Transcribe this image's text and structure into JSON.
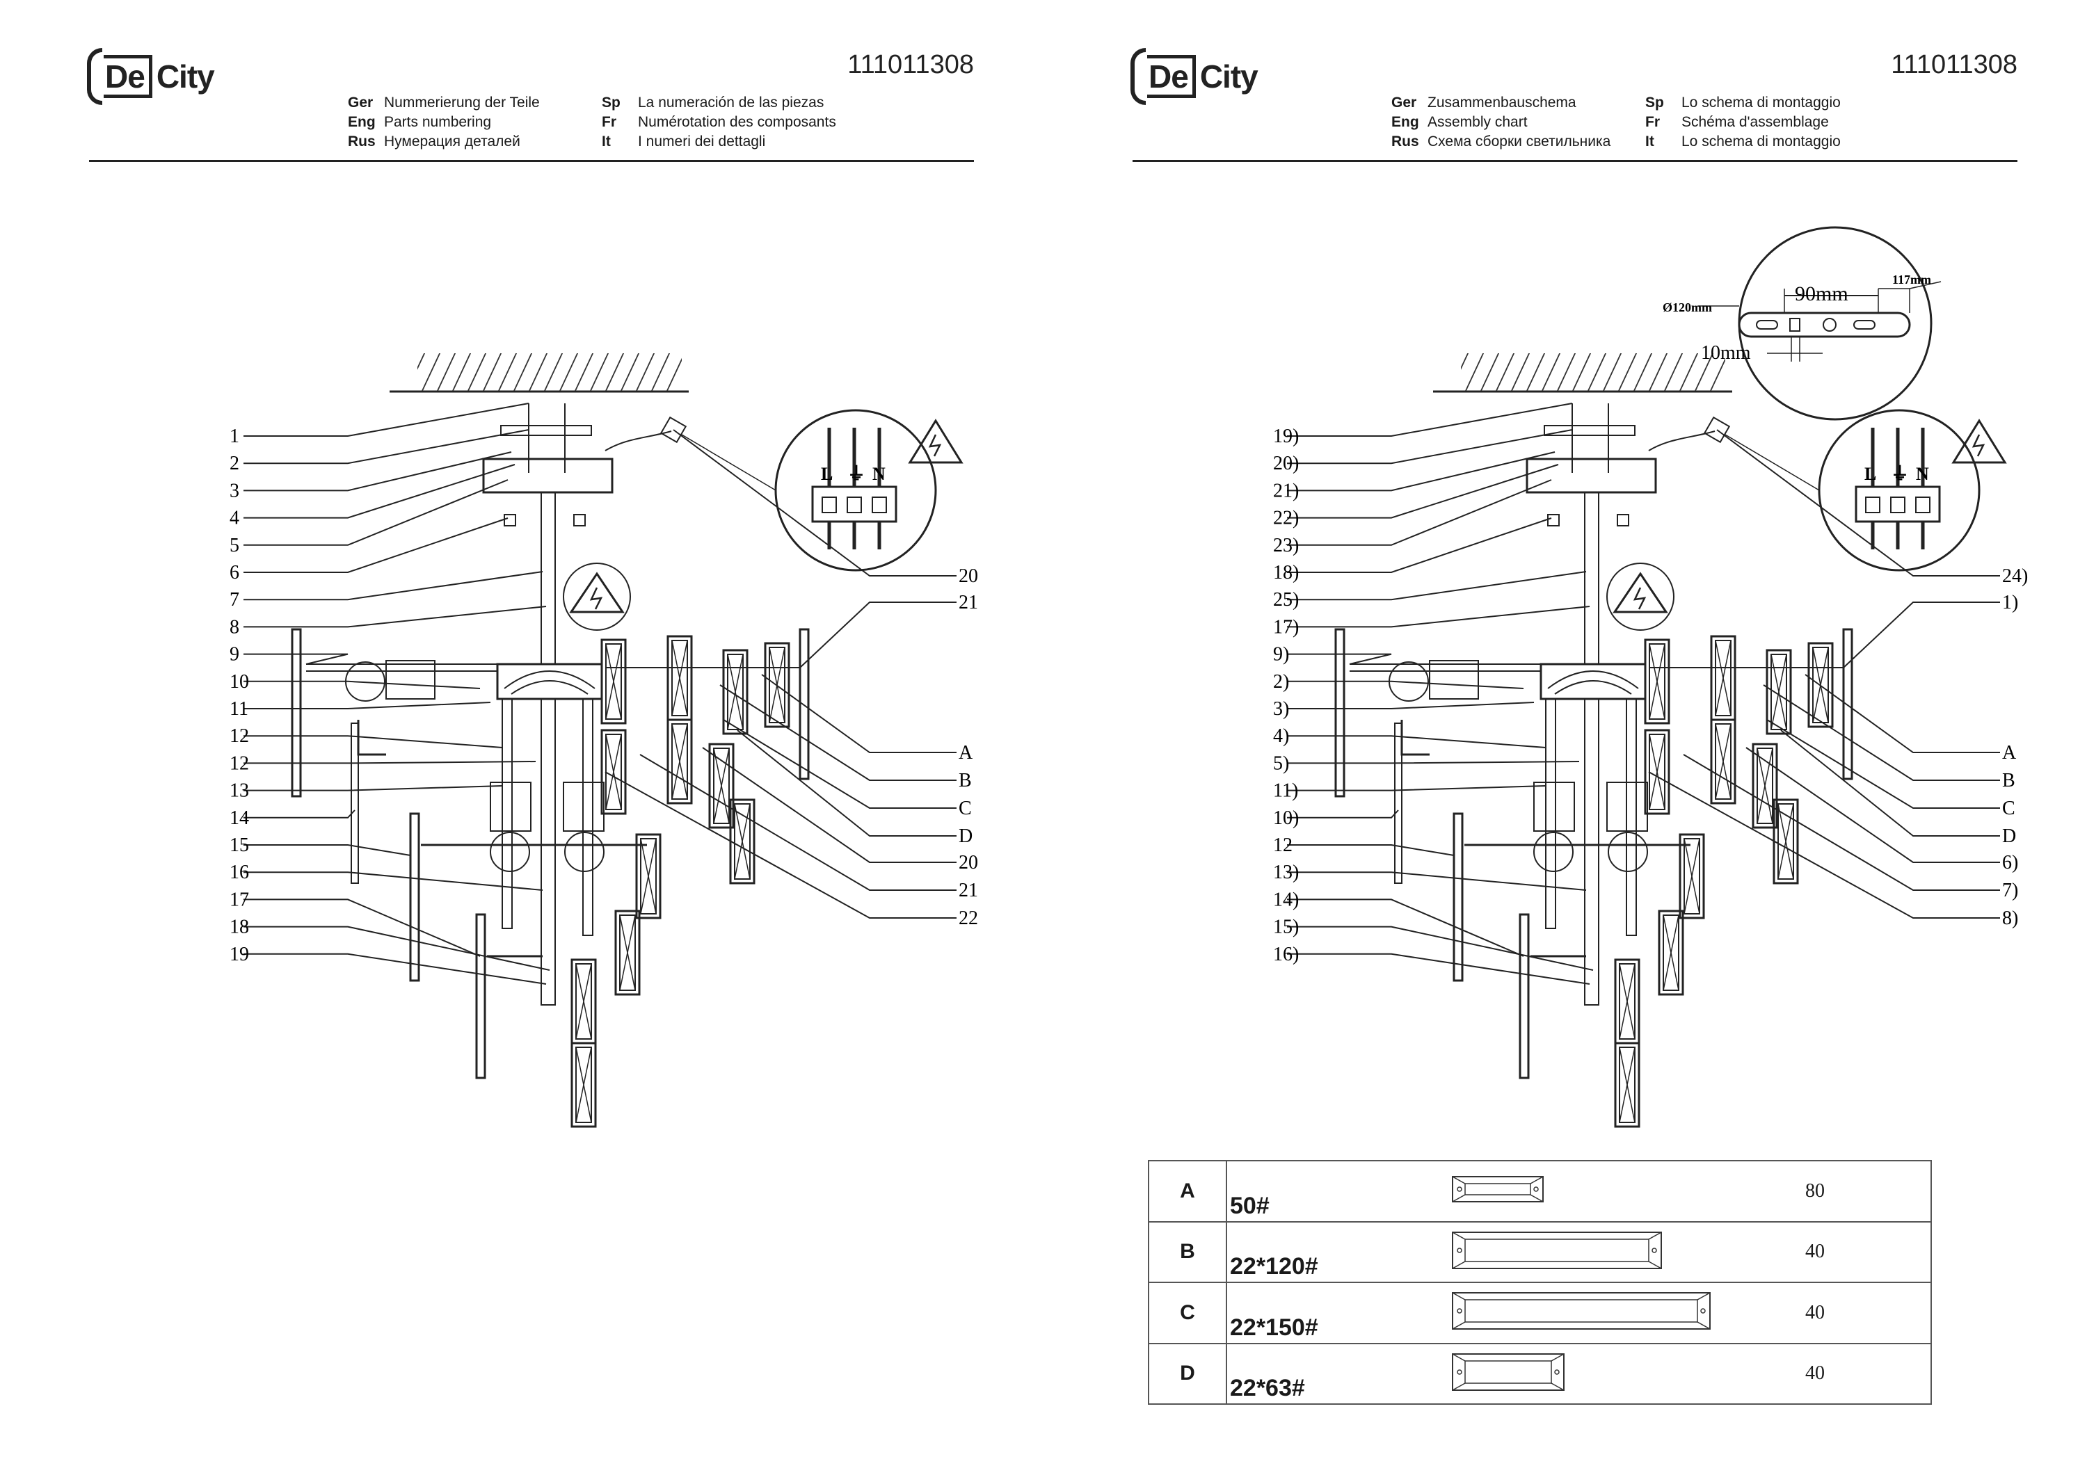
{
  "logo_text": {
    "part1": "De",
    "part2": "City"
  },
  "left_page": {
    "doc_number": "111011308",
    "header": {
      "col1": [
        {
          "code": "Ger",
          "text": "Nummerierung der Teile"
        },
        {
          "code": "Eng",
          "text": "Parts numbering"
        },
        {
          "code": "Rus",
          "text": "Нумерация деталей"
        }
      ],
      "col2": [
        {
          "code": "Sp",
          "text": "La numeración de las piezas"
        },
        {
          "code": "Fr",
          "text": "Numérotation des composants"
        },
        {
          "code": "It",
          "text": "I numeri dei dettagli"
        }
      ]
    },
    "callouts_left": [
      "1",
      "2",
      "3",
      "4",
      "5",
      "6",
      "7",
      "8",
      "9",
      "10",
      "11",
      "12",
      "12",
      "13",
      "14",
      "15",
      "16",
      "17",
      "18",
      "19"
    ],
    "callouts_right": [
      "20",
      "21",
      "A",
      "B",
      "C",
      "D",
      "20",
      "21",
      "22"
    ]
  },
  "right_page": {
    "doc_number": "111011308",
    "header": {
      "col1": [
        {
          "code": "Ger",
          "text": "Zusammenbauschema"
        },
        {
          "code": "Eng",
          "text": "Assembly chart"
        },
        {
          "code": "Rus",
          "text": "Схема сборки светильника"
        }
      ],
      "col2": [
        {
          "code": "Sp",
          "text": "Lo schema di montaggio"
        },
        {
          "code": "Fr",
          "text": "Schéma d'assemblage"
        },
        {
          "code": "It",
          "text": "Lo schema di montaggio"
        }
      ]
    },
    "callouts_left": [
      "19)",
      "20)",
      "21)",
      "22)",
      "23)",
      "18)",
      "25)",
      "17)",
      "9)",
      "2)",
      "3)",
      "4)",
      "5)",
      "11)",
      "10)",
      "12",
      "13)",
      "14)",
      "15)",
      "16)"
    ],
    "callouts_right": [
      "24)",
      "1)",
      "A",
      "B",
      "C",
      "D",
      "6)",
      "7)",
      "8)"
    ],
    "detail": {
      "diameter": "Ø120mm",
      "spacing": "90mm",
      "length": "117mm",
      "slot": "10mm"
    },
    "parts_table": [
      {
        "key": "A",
        "spec": "50#",
        "qty": "80"
      },
      {
        "key": "B",
        "spec": "22*120#",
        "qty": "40"
      },
      {
        "key": "C",
        "spec": "22*150#",
        "qty": "40"
      },
      {
        "key": "D",
        "spec": "22*63#",
        "qty": "40"
      }
    ]
  },
  "terminal_labels": {
    "live": "L",
    "earth": "⏚",
    "neutral": "N"
  },
  "colors": {
    "line": "#222222",
    "accent": "#8a3a2a"
  }
}
